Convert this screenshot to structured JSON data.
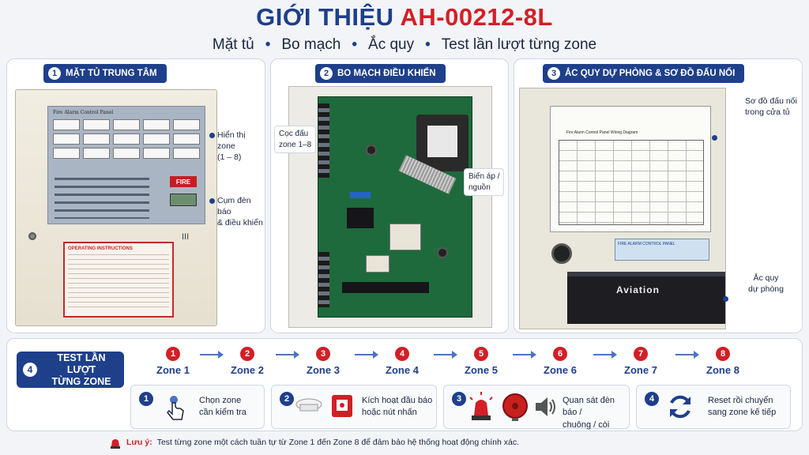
{
  "header": {
    "title_part1": "GIỚI THIỆU",
    "title_part2": "AH-00212-8L",
    "subtitle_items": [
      "Mặt tủ",
      "Bo mạch",
      "Ắc quy",
      "Test lần lượt từng zone"
    ]
  },
  "panel1": {
    "number": "1",
    "title": "MẶT TỦ TRUNG TÂM",
    "panel_heading": "Fire Alarm Control Panel",
    "fire_label": "FIRE",
    "instructions_heading": "OPERATING INSTRUCTIONS",
    "vent_mark": "III",
    "callout_display_1": "Hiển thị zone",
    "callout_display_2": "(1 – 8)",
    "callout_lamps_1": "Cụm đèn báo",
    "callout_lamps_2": "& điều khiển"
  },
  "panel2": {
    "number": "2",
    "title": "BO MẠCH ĐIỀU KHIỂN",
    "callout_terminals_1": "Cọc đấu",
    "callout_terminals_2": "zone 1–8",
    "callout_transformer_1": "Biến áp /",
    "callout_transformer_2": "nguồn"
  },
  "panel3": {
    "number": "3",
    "title": "ẮC QUY DỰ PHÒNG & SƠ ĐỒ ĐẤU NỐI",
    "diagram_heading": "Fire Alarm Control Panel Wiring Diagram",
    "nameplate_text": "FIRE ALARM CONTROL PANEL",
    "battery_brand": "Aviation",
    "callout_diagram_1": "Sơ đồ đấu nối",
    "callout_diagram_2": "trong cửa tủ",
    "callout_battery_1": "Ắc quy",
    "callout_battery_2": "dự phòng"
  },
  "section4": {
    "number": "4",
    "title_line1": "TEST LẦN LƯỢT",
    "title_line2": "TỪNG ZONE",
    "zones": [
      {
        "num": "1",
        "label": "Zone 1"
      },
      {
        "num": "2",
        "label": "Zone 2"
      },
      {
        "num": "3",
        "label": "Zone 3"
      },
      {
        "num": "4",
        "label": "Zone 4"
      },
      {
        "num": "5",
        "label": "Zone 5"
      },
      {
        "num": "6",
        "label": "Zone 6"
      },
      {
        "num": "7",
        "label": "Zone 7"
      },
      {
        "num": "8",
        "label": "Zone 8"
      }
    ],
    "steps": [
      {
        "num": "1",
        "line1": "Chọn zone",
        "line2": "cần kiểm tra"
      },
      {
        "num": "2",
        "line1": "Kích hoạt đầu báo",
        "line2": "hoặc nút nhấn"
      },
      {
        "num": "3",
        "line1": "Quan sát đèn báo /",
        "line2": "chuông / còi"
      },
      {
        "num": "4",
        "line1": "Reset rồi chuyển",
        "line2": "sang zone kế tiếp"
      }
    ]
  },
  "note": {
    "label": "Lưu ý:",
    "text": "Test từng zone một cách tuần tự từ Zone 1 đến Zone 8 để đảm bảo hệ thống hoạt động chính xác."
  },
  "colors": {
    "brand_blue": "#1e3f8a",
    "alert_red": "#d21f26"
  },
  "icons": [
    "hand-pointer-icon",
    "smoke-detector-icon",
    "call-point-icon",
    "strobe-siren-icon",
    "alarm-bell-icon",
    "speaker-icon",
    "reset-cycle-icon",
    "warning-siren-icon"
  ]
}
